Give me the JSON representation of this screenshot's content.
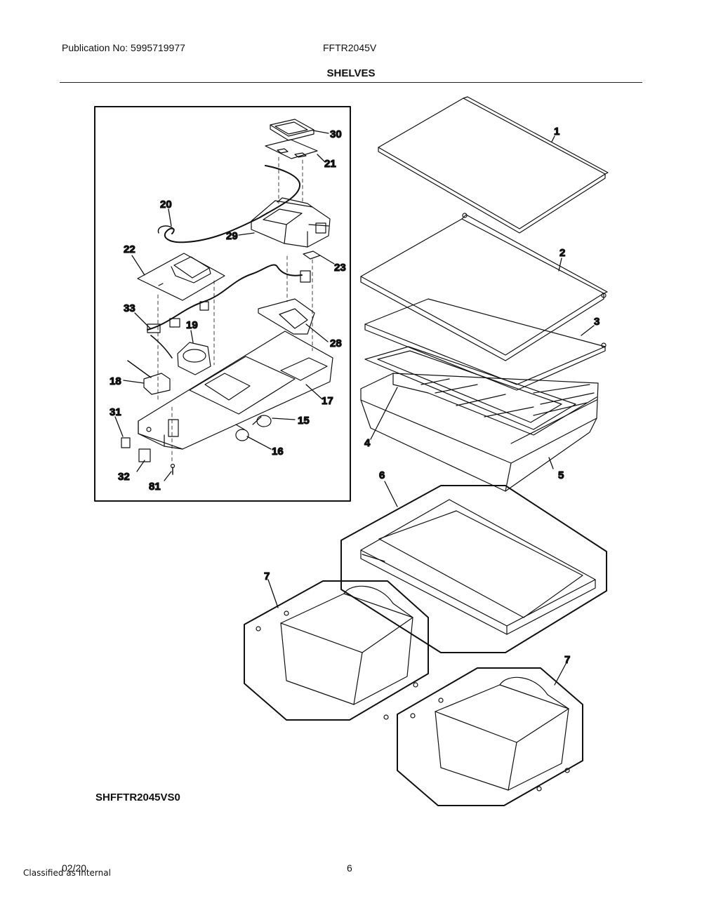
{
  "header": {
    "publication": "Publication No: 5995719977",
    "model": "FFTR2045V",
    "section_title": "SHELVES"
  },
  "callouts": {
    "c1": "1",
    "c2": "2",
    "c3": "3",
    "c4": "4",
    "c5": "5",
    "c6": "6",
    "c7a": "7",
    "c7b": "7",
    "c15": "15",
    "c16": "16",
    "c17": "17",
    "c18": "18",
    "c19": "19",
    "c20": "20",
    "c21": "21",
    "c22": "22",
    "c23": "23",
    "c28": "28",
    "c29": "29",
    "c30": "30",
    "c31": "31",
    "c32": "32",
    "c33": "33",
    "c81": "81"
  },
  "diagram_code": "SHFFTR2045VS0",
  "footer": {
    "date": "02/20",
    "classification": "Classified as Internal",
    "page": "6"
  }
}
